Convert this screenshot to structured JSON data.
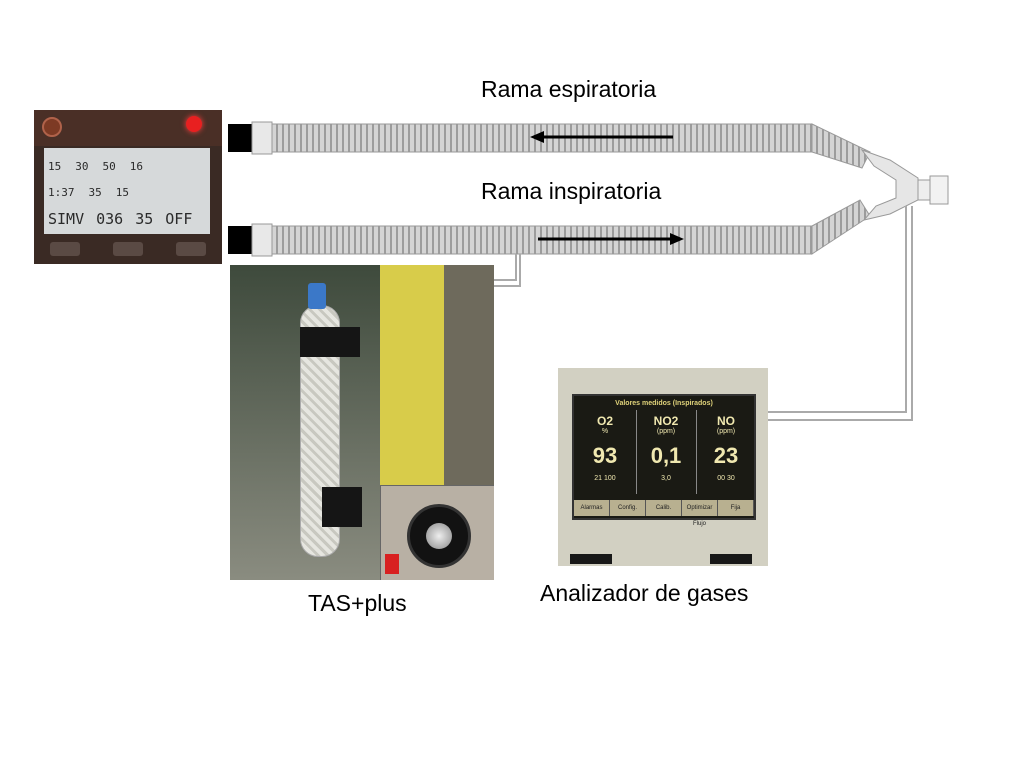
{
  "labels": {
    "expiratory": "Rama espiratoria",
    "inspiratory": "Rama inspiratoria",
    "tas": "TAS+plus",
    "gas_analyzer": "Analizador de gases"
  },
  "ventilator_screen": {
    "row1": [
      "15",
      "30",
      "50",
      "16"
    ],
    "row2": [
      "1:37",
      "35",
      "15"
    ],
    "mode": "SIMV",
    "row3": [
      "036",
      "35",
      "OFF"
    ]
  },
  "gas_screen": {
    "header": "Valores medidos (Inspirados)",
    "columns": [
      {
        "name": "O2",
        "unit": "%",
        "value": "93",
        "sub": "21  100"
      },
      {
        "name": "NO2",
        "unit": "(ppm)",
        "value": "0,1",
        "sub": "3,0"
      },
      {
        "name": "NO",
        "unit": "(ppm)",
        "value": "23",
        "sub": "00  30"
      }
    ],
    "tabs": [
      "Alarmas",
      "Config.",
      "Calib.",
      "Optimizar Flujo",
      "Fija"
    ]
  },
  "colors": {
    "tube": "#cfcfcf",
    "tube_rib": "#a8a8a8",
    "arrow": "#000000"
  },
  "icons": {
    "arrow_left": "arrow-left-icon",
    "arrow_right": "arrow-right-icon"
  }
}
